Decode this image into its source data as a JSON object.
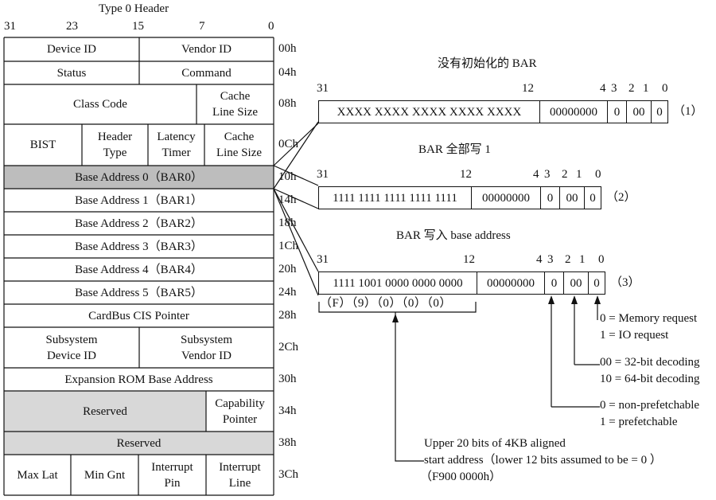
{
  "header": {
    "title": "Type 0 Header",
    "bits": [
      "31",
      "23",
      "15",
      "7",
      "0"
    ]
  },
  "rows": [
    {
      "offset": "00h",
      "cells": [
        "Device ID",
        "Vendor ID"
      ]
    },
    {
      "offset": "04h",
      "cells": [
        "Status",
        "Command"
      ]
    },
    {
      "offset": "08h",
      "cells": [
        "Class Code",
        "Cache\nLine Size"
      ]
    },
    {
      "offset": "0Ch",
      "cells": [
        "BIST",
        "Header\nType",
        "Latency\nTimer",
        "Cache\nLine Size"
      ]
    },
    {
      "offset": "10h",
      "cells": [
        "Base Address 0（BAR0）"
      ]
    },
    {
      "offset": "14h",
      "cells": [
        "Base Address 1（BAR1）"
      ]
    },
    {
      "offset": "18h",
      "cells": [
        "Base Address 2（BAR2）"
      ]
    },
    {
      "offset": "1Ch",
      "cells": [
        "Base Address 3（BAR3）"
      ]
    },
    {
      "offset": "20h",
      "cells": [
        "Base Address 4（BAR4）"
      ]
    },
    {
      "offset": "24h",
      "cells": [
        "Base Address 5（BAR5）"
      ]
    },
    {
      "offset": "28h",
      "cells": [
        "CardBus CIS Pointer"
      ]
    },
    {
      "offset": "2Ch",
      "cells": [
        "Subsystem\nDevice ID",
        "Subsystem\nVendor ID"
      ]
    },
    {
      "offset": "30h",
      "cells": [
        "Expansion ROM Base Address"
      ]
    },
    {
      "offset": "34h",
      "cells": [
        "Reserved",
        "Capability\nPointer"
      ]
    },
    {
      "offset": "38h",
      "cells": [
        "Reserved"
      ]
    },
    {
      "offset": "3Ch",
      "cells": [
        "Max Lat",
        "Min Gnt",
        "Interrupt\nPin",
        "Interrupt\nLine"
      ]
    }
  ],
  "bars": [
    {
      "title": "没有初始化的 BAR",
      "bits": [
        "31",
        "12",
        "4",
        "3",
        "2",
        "1",
        "0"
      ],
      "fields": [
        "XXXX XXXX XXXX XXXX XXXX",
        "00000000",
        "0",
        "00",
        "0"
      ],
      "tag": "（1）"
    },
    {
      "title": "BAR 全部写 1",
      "bits": [
        "31",
        "12",
        "4",
        "3",
        "2",
        "1",
        "0"
      ],
      "fields": [
        "1111 1111 1111 1111 1111",
        "00000000",
        "0",
        "00",
        "0"
      ],
      "tag": "（2）"
    },
    {
      "title": "BAR 写入 base address",
      "bits": [
        "31",
        "12",
        "4",
        "3",
        "2",
        "1",
        "0"
      ],
      "fields": [
        "1111 1001 0000 0000 0000",
        "00000000",
        "0",
        "00",
        "0"
      ],
      "tag": "（3）"
    }
  ],
  "hex_digits": "（F）（9）（0）（0）（0）",
  "notes": {
    "memory_io": [
      "0 = Memory request",
      "1 = IO request"
    ],
    "decoding": [
      "00 = 32-bit decoding",
      "10 = 64-bit decoding"
    ],
    "prefetch": [
      "0 = non-prefetchable",
      "1 = prefetchable"
    ],
    "upper_address": [
      "Upper 20 bits of 4KB aligned",
      "start address（lower 12 bits assumed to be = 0 ）",
      "（F900 0000h）"
    ]
  },
  "colors": {
    "highlight": "#bdbdbd",
    "reserved": "#d8d8d8",
    "line": "#111111"
  }
}
